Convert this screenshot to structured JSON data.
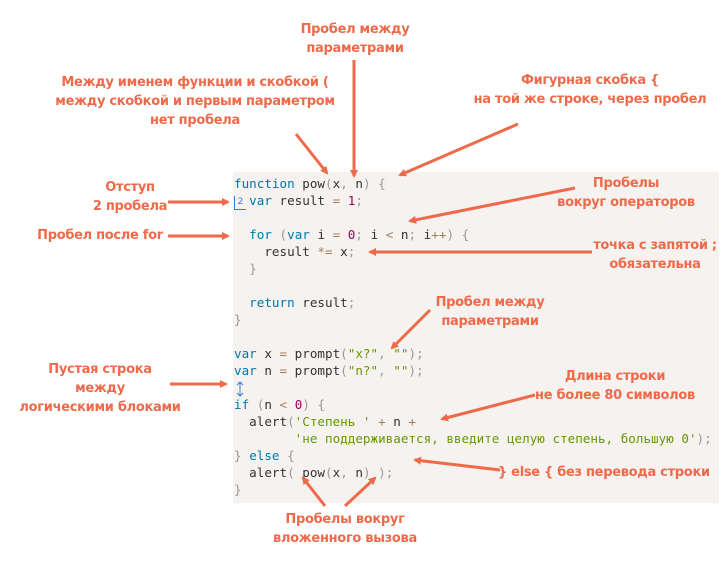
{
  "code": {
    "lines": [
      [
        [
          "kw",
          "function"
        ],
        [
          "",
          "pow"
        ],
        [
          "pn",
          "("
        ],
        [
          "",
          "x"
        ],
        [
          "pn",
          ","
        ],
        [
          "",
          " n"
        ],
        [
          "pn",
          ")"
        ],
        [
          "",
          " "
        ],
        [
          "pn",
          "{"
        ]
      ],
      [
        [
          "",
          " "
        ],
        [
          "kw",
          "  var"
        ],
        [
          "",
          " result "
        ],
        [
          "op",
          "="
        ],
        [
          "",
          " "
        ],
        [
          "num",
          "1"
        ],
        [
          "pn",
          ";"
        ]
      ],
      [],
      [
        [
          "",
          "  "
        ],
        [
          "kw",
          "for"
        ],
        [
          "",
          " "
        ],
        [
          "pn",
          "("
        ],
        [
          "kw",
          "var"
        ],
        [
          "",
          " i "
        ],
        [
          "op",
          "="
        ],
        [
          "",
          " "
        ],
        [
          "num",
          "0"
        ],
        [
          "pn",
          ";"
        ],
        [
          "",
          " i "
        ],
        [
          "op",
          "<"
        ],
        [
          "",
          " n"
        ],
        [
          "pn",
          ";"
        ],
        [
          "",
          " i"
        ],
        [
          "op",
          "++"
        ],
        [
          "pn",
          ")"
        ],
        [
          "",
          " "
        ],
        [
          "pn",
          "{"
        ]
      ],
      [
        [
          "",
          "    result "
        ],
        [
          "op",
          "*="
        ],
        [
          "",
          " x"
        ],
        [
          "pn",
          ";"
        ]
      ],
      [
        [
          "",
          "  "
        ],
        [
          "pn",
          "}"
        ]
      ],
      [],
      [
        [
          "",
          "  "
        ],
        [
          "kw",
          "return"
        ],
        [
          "",
          " result"
        ],
        [
          "pn",
          ";"
        ]
      ],
      [
        [
          "pn",
          "}"
        ]
      ],
      [],
      [
        [
          "kw",
          "var"
        ],
        [
          "",
          " x "
        ],
        [
          "op",
          "="
        ],
        [
          "",
          " prompt"
        ],
        [
          "pn",
          "("
        ],
        [
          "str",
          "\"x?\""
        ],
        [
          "pn",
          ","
        ],
        [
          "",
          " "
        ],
        [
          "str",
          "\"\""
        ],
        [
          "pn",
          ")"
        ],
        [
          "pn",
          ";"
        ]
      ],
      [
        [
          "kw",
          "var"
        ],
        [
          "",
          " n "
        ],
        [
          "op",
          "="
        ],
        [
          "",
          " prompt"
        ],
        [
          "pn",
          "("
        ],
        [
          "str",
          "\"n?\""
        ],
        [
          "pn",
          ","
        ],
        [
          "",
          " "
        ],
        [
          "str",
          "\"\""
        ],
        [
          "pn",
          ")"
        ],
        [
          "pn",
          ";"
        ]
      ],
      [],
      [
        [
          "kw",
          "if"
        ],
        [
          "",
          " "
        ],
        [
          "pn",
          "("
        ],
        [
          "",
          "n "
        ],
        [
          "op",
          "<"
        ],
        [
          "",
          " "
        ],
        [
          "num",
          "0"
        ],
        [
          "pn",
          ")"
        ],
        [
          "",
          " "
        ],
        [
          "pn",
          "{"
        ]
      ],
      [
        [
          "",
          "  alert"
        ],
        [
          "pn",
          "("
        ],
        [
          "str",
          "'Степень '"
        ],
        [
          "",
          " "
        ],
        [
          "op",
          "+"
        ],
        [
          "",
          " n "
        ],
        [
          "op",
          "+"
        ]
      ],
      [
        [
          "",
          "        "
        ],
        [
          "str",
          "'не поддерживается, введите целую степень, большую 0'"
        ],
        [
          "pn",
          ")"
        ],
        [
          "pn",
          ";"
        ]
      ],
      [
        [
          "pn",
          "}"
        ],
        [
          "",
          " "
        ],
        [
          "kw",
          "else"
        ],
        [
          "",
          " "
        ],
        [
          "pn",
          "{"
        ]
      ],
      [
        [
          "",
          "  alert"
        ],
        [
          "pn",
          "("
        ],
        [
          "",
          " pow"
        ],
        [
          "pn",
          "("
        ],
        [
          "",
          "x"
        ],
        [
          "pn",
          ","
        ],
        [
          "",
          " n"
        ],
        [
          "pn",
          ")"
        ],
        [
          "",
          " "
        ],
        [
          "pn",
          ")"
        ],
        [
          "pn",
          ";"
        ]
      ],
      [
        [
          "pn",
          "}"
        ]
      ]
    ],
    "indent_marker_label": "2",
    "blank_line_marker": "↕"
  },
  "annotations": {
    "params_space_top": [
      "Пробел между",
      "параметрами"
    ],
    "no_space_paren": [
      "Между именем функции и скобкой (",
      "между скобкой и первым параметром",
      "нет пробела"
    ],
    "brace_same_line": [
      "Фигурная скобка {",
      "на той же строке, через пробел"
    ],
    "indent": [
      "Отступ",
      "2 пробела"
    ],
    "operators_spaces": [
      "Пробелы",
      "вокруг операторов"
    ],
    "space_after_for": [
      "Пробел после for"
    ],
    "semicolon": [
      "точка с запятой ;",
      "обязательна"
    ],
    "params_space_mid": [
      "Пробел между",
      "параметрами"
    ],
    "blank_line": [
      "Пустая строка",
      "между",
      "логическими блоками"
    ],
    "line_length": [
      "Длина строки",
      "не более 80 символов"
    ],
    "else_same_line": [
      "} else { без перевода строки"
    ],
    "nested_call": [
      "Пробелы вокруг",
      "вложенного вызова"
    ]
  },
  "colors": {
    "annotation": "#ef6a4a",
    "code_background": "#f5f2f0",
    "keyword": "#0077aa",
    "number": "#990055",
    "string": "#669900",
    "operator": "#a67f59",
    "punctuation": "#999999",
    "marker": "#3a7bd5"
  }
}
